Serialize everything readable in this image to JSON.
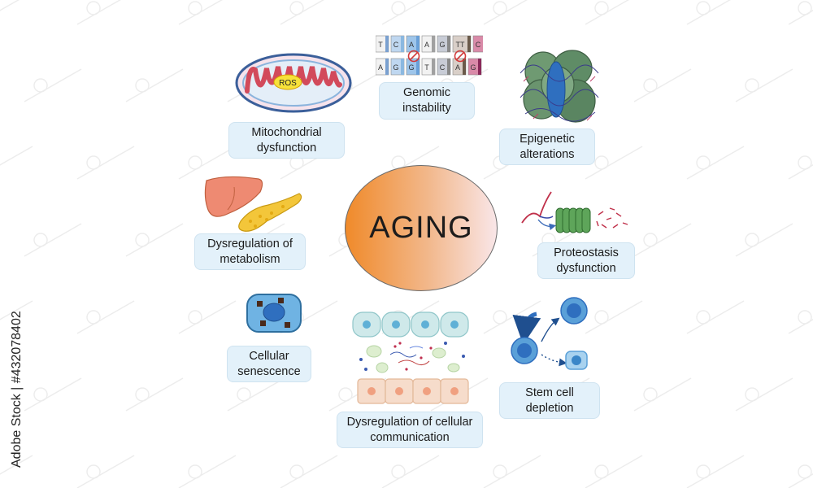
{
  "center": {
    "title": "AGING"
  },
  "hallmarks": [
    {
      "id": "genomic",
      "lines": [
        "Genomic",
        "instability"
      ]
    },
    {
      "id": "mito",
      "lines": [
        "Mitochondrial",
        "dysfunction"
      ]
    },
    {
      "id": "epigenetic",
      "lines": [
        "Epigenetic",
        "alterations"
      ]
    },
    {
      "id": "metabolism",
      "lines": [
        "Dysregulation of",
        "metabolism"
      ]
    },
    {
      "id": "proteostasis",
      "lines": [
        "Proteostasis",
        "dysfunction"
      ]
    },
    {
      "id": "senescence",
      "lines": [
        "Cellular",
        "senescence"
      ]
    },
    {
      "id": "communication",
      "lines": [
        "Dysregulation of cellular",
        "communication"
      ]
    },
    {
      "id": "stemcell",
      "lines": [
        "Stem cell",
        "depletion"
      ]
    }
  ],
  "illustrations": {
    "mito_badge": "ROS",
    "dna_top": [
      "T",
      "C",
      "A",
      "A",
      "G",
      "TT",
      "C"
    ],
    "dna_bottom": [
      "A",
      "G",
      "G",
      "T",
      "C",
      "A",
      "G"
    ]
  },
  "watermark": {
    "side_text": "Adobe Stock | #432078402"
  },
  "colors": {
    "label_bg": "#e3f1fa",
    "circle_left": "#f08a2a",
    "circle_right": "#f9e6e8",
    "cell_blue": "#3f86c8",
    "mito_red": "#d24a5b"
  }
}
